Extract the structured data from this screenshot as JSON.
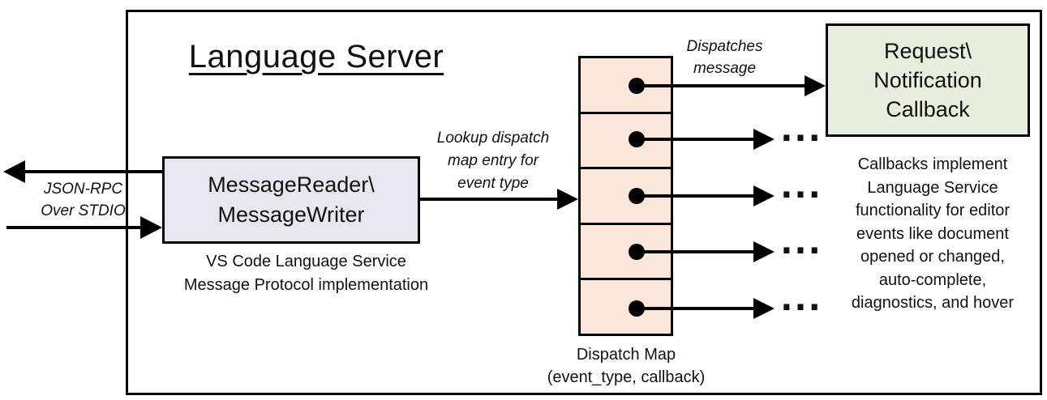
{
  "title": "Language Server",
  "ellipsis": "...",
  "colors": {
    "reader_fill": "#E8E7F0",
    "dispatch_fill": "#FBE7D9",
    "callback_fill": "#E6EEDE",
    "line": "#000000",
    "background": "#FFFFFF"
  },
  "io_label": {
    "lines": [
      "JSON-RPC",
      "Over STDIO"
    ]
  },
  "reader": {
    "lines": [
      "MessageReader\\",
      "MessageWriter"
    ],
    "caption_lines": [
      "VS Code Language Service",
      "Message Protocol implementation"
    ]
  },
  "lookup_label": {
    "lines": [
      "Lookup dispatch",
      "map entry for",
      "event type"
    ]
  },
  "dispatch_map": {
    "cell_count": 5,
    "caption_lines": [
      "Dispatch Map",
      "(event_type, callback)"
    ]
  },
  "dispatches_label": {
    "lines": [
      "Dispatches",
      "message"
    ]
  },
  "callback": {
    "lines": [
      "Request\\",
      "Notification",
      "Callback"
    ]
  },
  "callback_note": {
    "lines": [
      "Callbacks implement",
      "Language Service",
      "functionality for editor",
      "events like document",
      "opened or changed,",
      "auto-complete,",
      "diagnostics, and hover"
    ]
  }
}
